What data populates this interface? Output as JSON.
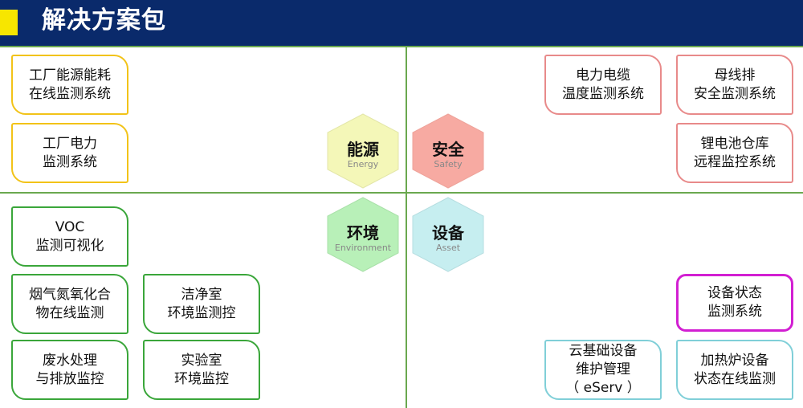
{
  "header": {
    "title": "解决方案包",
    "accent_color": "#f7e600",
    "bg_color": "#0a2a6b"
  },
  "hexagons": {
    "energy": {
      "zh": "能源",
      "en": "Energy",
      "color": "#f4f7b8"
    },
    "safety": {
      "zh": "安全",
      "en": "Safety",
      "color": "#f7aaa2"
    },
    "environment": {
      "zh": "环境",
      "en": "Environment",
      "color": "#b8f0b8"
    },
    "asset": {
      "zh": "设备",
      "en": "Asset",
      "color": "#c6eef0"
    }
  },
  "cards": {
    "energy_1": "工厂能源能耗\n在线监测系统",
    "energy_2": "工厂电力\n监测系统",
    "safety_1": "电力电缆\n温度监测系统",
    "safety_2": "母线排\n安全监测系统",
    "safety_3": "锂电池仓库\n远程监控系统",
    "env_1": "VOC\n监测可视化",
    "env_2": "烟气氮氧化合\n物在线监测",
    "env_3": "洁净室\n环境监测控",
    "env_4": "废水处理\n与排放监控",
    "env_5": "实验室\n环境监控",
    "asset_1": "设备状态\n监测系统",
    "asset_2": "云基础设备\n维护管理\n（ eServ ）",
    "asset_3": "加热炉设备\n状态在线监测"
  }
}
